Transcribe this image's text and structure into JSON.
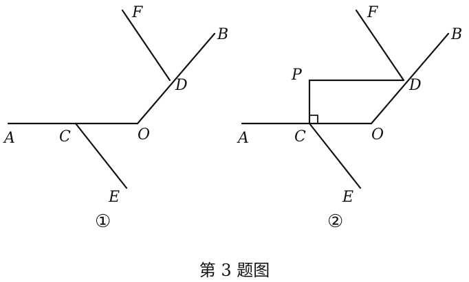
{
  "figure": {
    "caption": "第 3 题图",
    "panels": [
      {
        "id": "panel-1",
        "label": "①",
        "points": [
          {
            "name": "A",
            "label": "A"
          },
          {
            "name": "C",
            "label": "C"
          },
          {
            "name": "O",
            "label": "O"
          },
          {
            "name": "D",
            "label": "D"
          },
          {
            "name": "B",
            "label": "B"
          },
          {
            "name": "F",
            "label": "F"
          },
          {
            "name": "E",
            "label": "E"
          }
        ]
      },
      {
        "id": "panel-2",
        "label": "②",
        "points": [
          {
            "name": "A",
            "label": "A"
          },
          {
            "name": "C",
            "label": "C"
          },
          {
            "name": "O",
            "label": "O"
          },
          {
            "name": "P",
            "label": "P"
          },
          {
            "name": "D",
            "label": "D"
          },
          {
            "name": "B",
            "label": "B"
          },
          {
            "name": "F",
            "label": "F"
          },
          {
            "name": "E",
            "label": "E"
          }
        ]
      }
    ]
  }
}
